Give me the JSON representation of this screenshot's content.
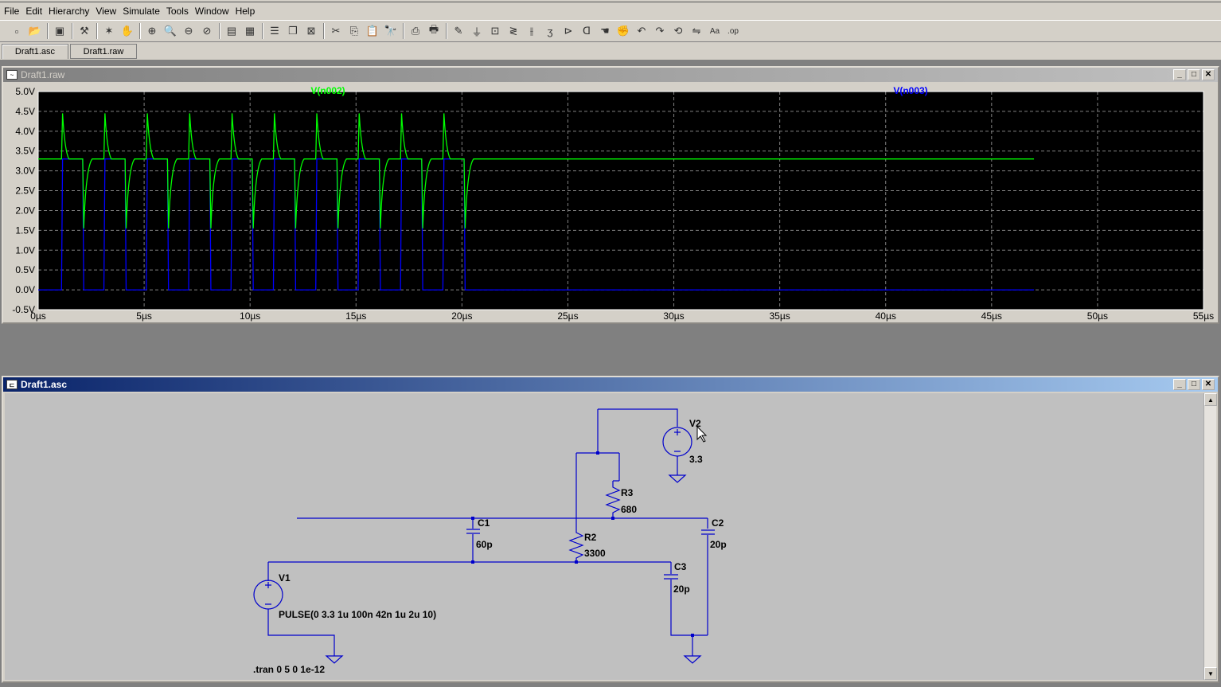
{
  "menu": [
    "File",
    "Edit",
    "Hierarchy",
    "View",
    "Simulate",
    "Tools",
    "Window",
    "Help"
  ],
  "toolbar_icons": [
    "new-schematic-icon",
    "open-icon",
    "save-icon",
    "control-panel-icon",
    "run-icon",
    "halt-icon",
    "zoom-in-icon",
    "zoom-rect-icon",
    "zoom-out-icon",
    "zoom-cancel-icon",
    "autorange-icon",
    "grid-icon",
    "tile-horizontal-icon",
    "cascade-icon",
    "close-window-icon",
    "cut-icon",
    "copy-icon",
    "paste-icon",
    "find-icon",
    "print-setup-icon",
    "print-icon",
    "draw-wire-icon",
    "ground-icon",
    "label-net-icon",
    "resistor-icon",
    "capacitor-icon",
    "inductor-icon",
    "diode-icon",
    "component-icon",
    "move-icon",
    "drag-icon",
    "undo-icon",
    "redo-icon",
    "rotate-icon",
    "mirror-icon",
    "text-icon",
    "spice-directive-icon"
  ],
  "tabs": [
    "Draft1.asc",
    "Draft1.raw"
  ],
  "waveform_window": {
    "title": "Draft1.raw",
    "trace_labels": [
      "V(n002)",
      "V(n003)"
    ],
    "trace_colors": [
      "#00ff00",
      "#0000ff"
    ]
  },
  "schematic_window": {
    "title": "Draft1.asc",
    "labels": {
      "v2": "V2",
      "v2_val": "3.3",
      "r3": "R3",
      "r3_val": "680",
      "c1": "C1",
      "c1_val": "60p",
      "c2": "C2",
      "c2_val": "20p",
      "r2": "R2",
      "r2_val": "3300",
      "c3": "C3",
      "c3_val": "20p",
      "v1": "V1",
      "v1_val": "PULSE(0 3.3 1u 100n 42n 1u 2u 10)",
      "directive": ".tran 0 5 0 1e-12"
    }
  },
  "chart_data": {
    "type": "line",
    "xlim": [
      0,
      55
    ],
    "ylim": [
      -0.5,
      5.0
    ],
    "x_ticks": [
      "0µs",
      "5µs",
      "10µs",
      "15µs",
      "20µs",
      "25µs",
      "30µs",
      "35µs",
      "40µs",
      "45µs",
      "50µs",
      "55µs"
    ],
    "y_ticks": [
      "5.0V",
      "4.5V",
      "4.0V",
      "3.5V",
      "3.0V",
      "2.5V",
      "2.0V",
      "1.5V",
      "1.0V",
      "0.5V",
      "0.0V",
      "-0.5V"
    ],
    "grid": true,
    "series": [
      {
        "name": "V(n002)",
        "pulse_rise_times": [
          1.1,
          3.1,
          5.1,
          7.1,
          9.1,
          11.1,
          13.1,
          15.1,
          17.1,
          19.1
        ],
        "high": 3.3,
        "spike_peak": 4.45,
        "dip_low": 1.55,
        "end_time": 47
      },
      {
        "name": "V(n003)",
        "pulse_rise_times": [
          1.1,
          3.1,
          5.1,
          7.1,
          9.1,
          11.1,
          13.1,
          15.1,
          17.1,
          19.1
        ],
        "high": 3.3,
        "low": 0.0,
        "end_time": 47
      }
    ]
  }
}
